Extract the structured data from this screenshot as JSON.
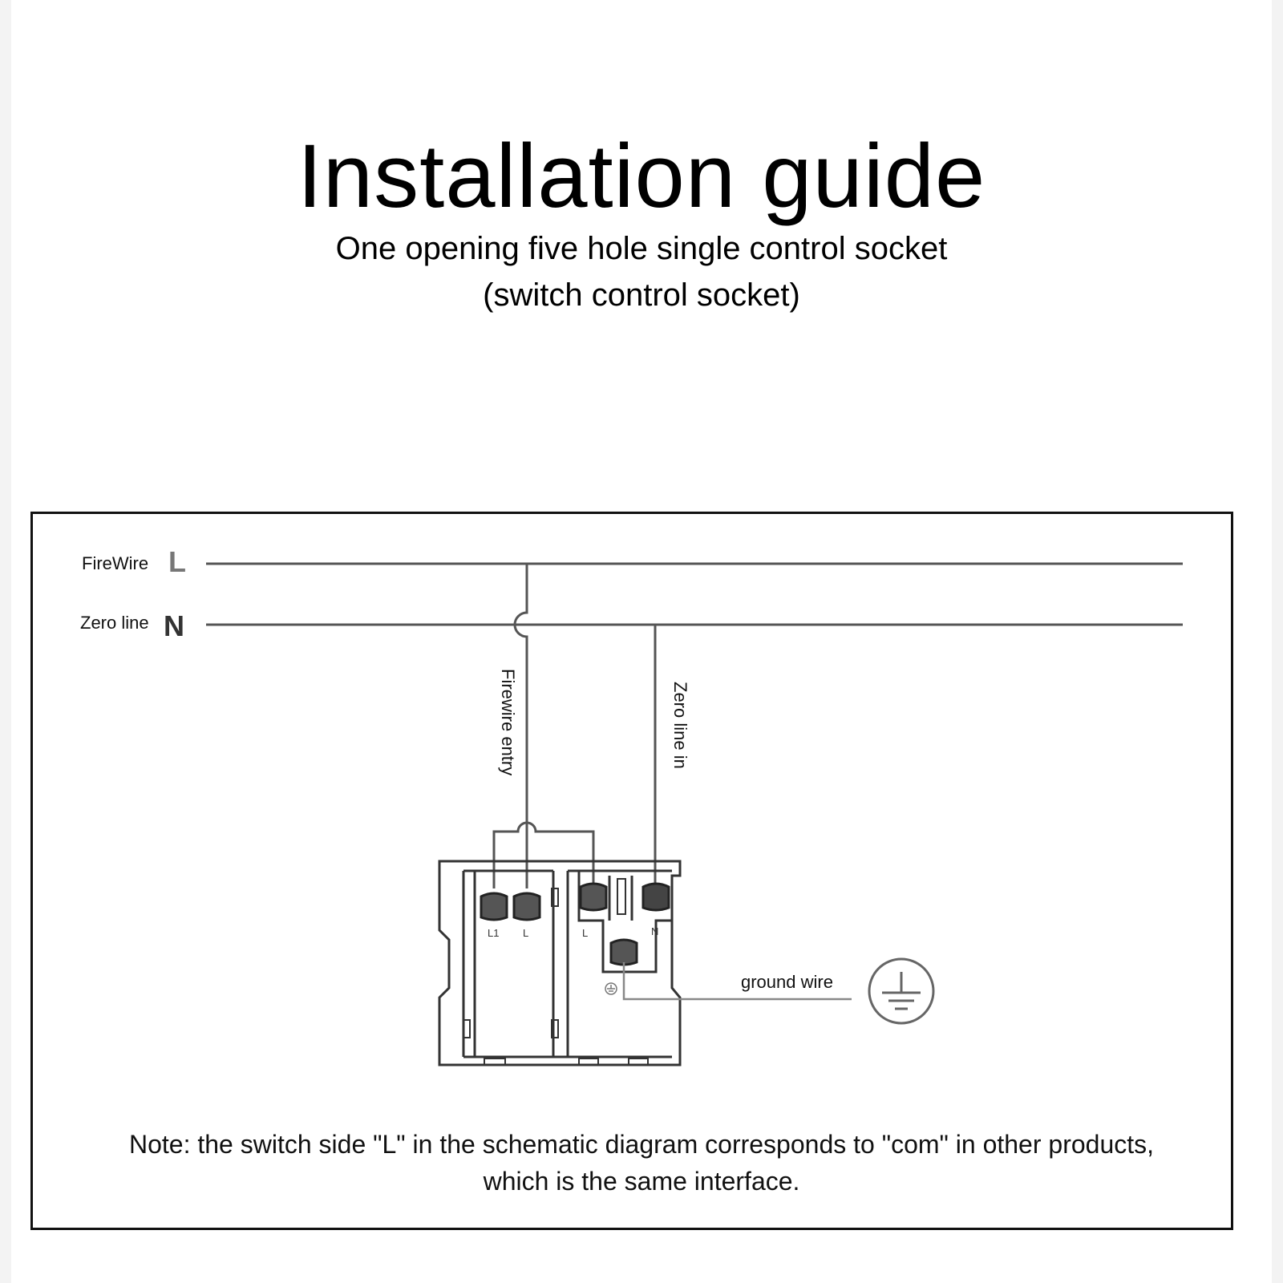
{
  "header": {
    "title": "Installation guide",
    "subtitle_line1": "One opening five hole single control socket",
    "subtitle_line2": "(switch control socket)"
  },
  "diagram": {
    "firewire_label": "FireWire",
    "firewire_letter": "L",
    "zero_line_label": "Zero line",
    "zero_line_letter": "N",
    "firewire_entry_label": "Firewire entry",
    "zero_line_in_label": "Zero line in",
    "ground_wire_label": "ground wire",
    "terminal_l1": "L1",
    "terminal_l": "L",
    "terminal_l_socket": "L",
    "terminal_n": "N",
    "ground_symbol": "ground-symbol-icon"
  },
  "note": {
    "line1": "Note: the switch side \"L\" in the schematic diagram corresponds to \"com\" in other products,",
    "line2": "which is the same interface."
  }
}
